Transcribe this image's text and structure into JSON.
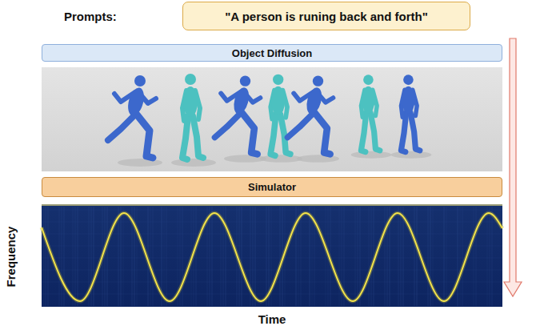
{
  "diagram": {
    "nodes": [
      {
        "text": [
          "Prompts:",
          "\"A person is runing back and forth\""
        ]
      },
      {
        "text": [
          "Object Diffusion"
        ]
      },
      {
        "text": [
          "Simulator"
        ]
      }
    ],
    "labels": [
      "Frequency",
      "Time"
    ]
  }
}
